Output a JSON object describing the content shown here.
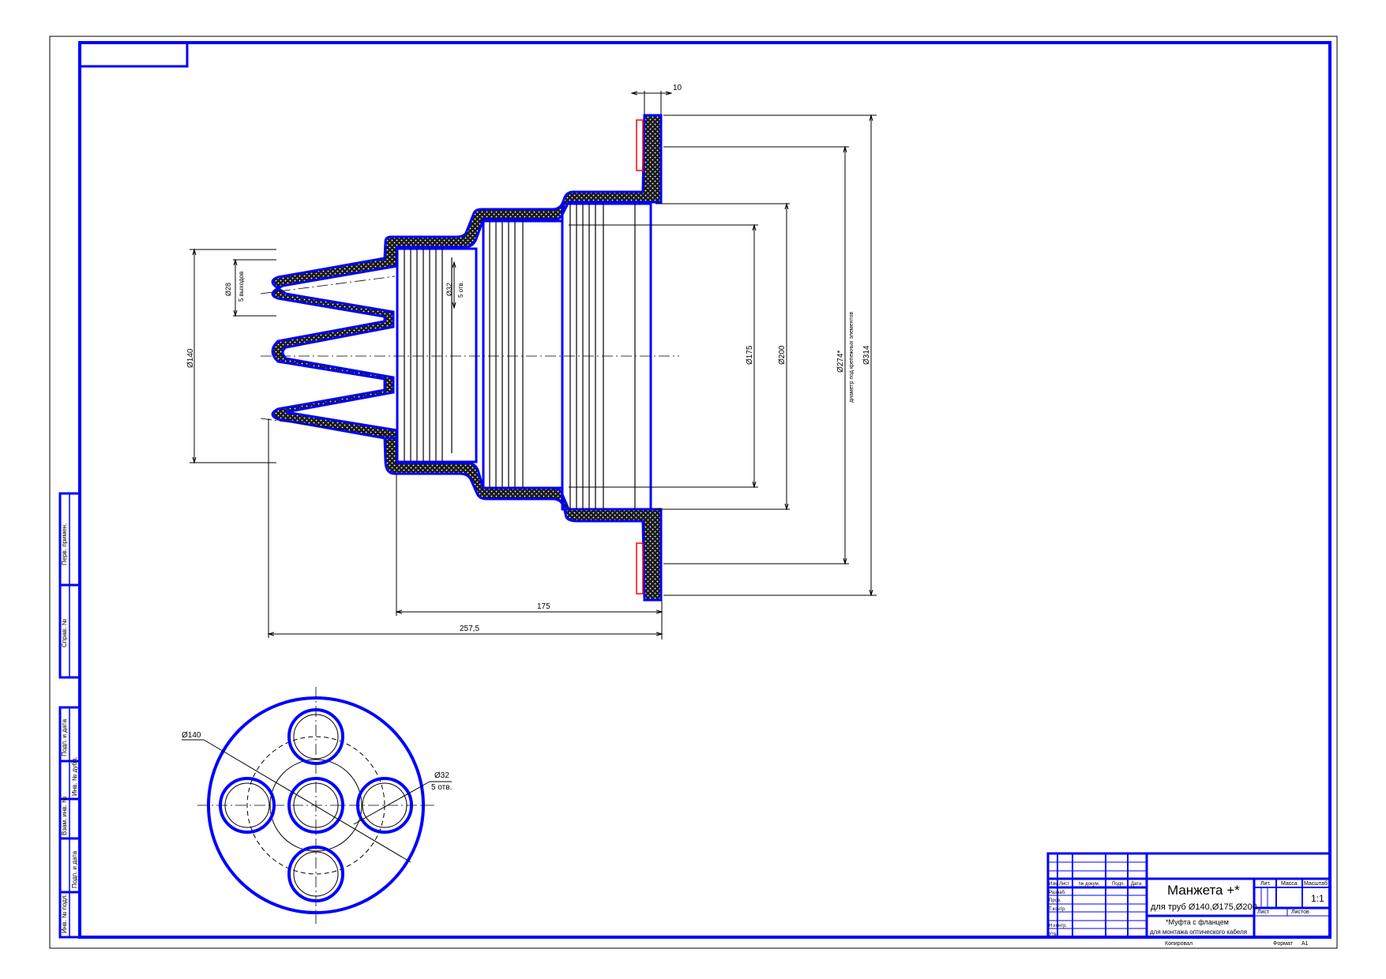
{
  "colors": {
    "frame": "#0000ff",
    "line": "#000000",
    "hatch": "#444444",
    "accent_red": "#ff0000"
  },
  "dimensions": {
    "flange_thickness": "10",
    "tube_dia_small": "Ø28",
    "tube_count_small": "5 выходов",
    "outlet_dia": "Ø32",
    "outlet_count": "5 отв.",
    "left_span": "Ø140",
    "inner_175": "Ø175",
    "inner_200": "Ø200",
    "bolt_circle": "Ø274*",
    "bolt_circle_note": "диаметр под крепежных элементов",
    "outer_dia": "Ø314",
    "length_175": "175",
    "length_total": "257,5"
  },
  "plan_view": {
    "outer_dia": "Ø140",
    "hole_dia": "Ø32",
    "hole_count": "5 отв."
  },
  "side_stamps": [
    "Инв. № подл.",
    "Подп. и дата",
    "Взам. инв. №",
    "Инв. № дубл.",
    "Подп. и дата",
    "Справ. №",
    "Перв. примен."
  ],
  "title_block": {
    "product_name": "Манжета +*",
    "product_desc": "для труб Ø140,Ø175,Ø200",
    "assembly_line1": "*Муфта с фланцем",
    "assembly_line2": "для монтажа оптического кабеля",
    "stage_header": "Лит.",
    "mass_header": "Масса",
    "scale_header": "Масштаб",
    "scale_value": "1:1",
    "sheet_label": "Лист",
    "sheets_label": "Листов",
    "row_labels": [
      "Изм.",
      "Лист",
      "№ докум.",
      "Подп.",
      "Дата"
    ],
    "role_labels": [
      "Разраб.",
      "Пров.",
      "Т.контр.",
      "",
      "Н.контр.",
      "Утв."
    ],
    "copied_label": "Копировал",
    "format_label": "Формат",
    "format_value": "A1"
  }
}
